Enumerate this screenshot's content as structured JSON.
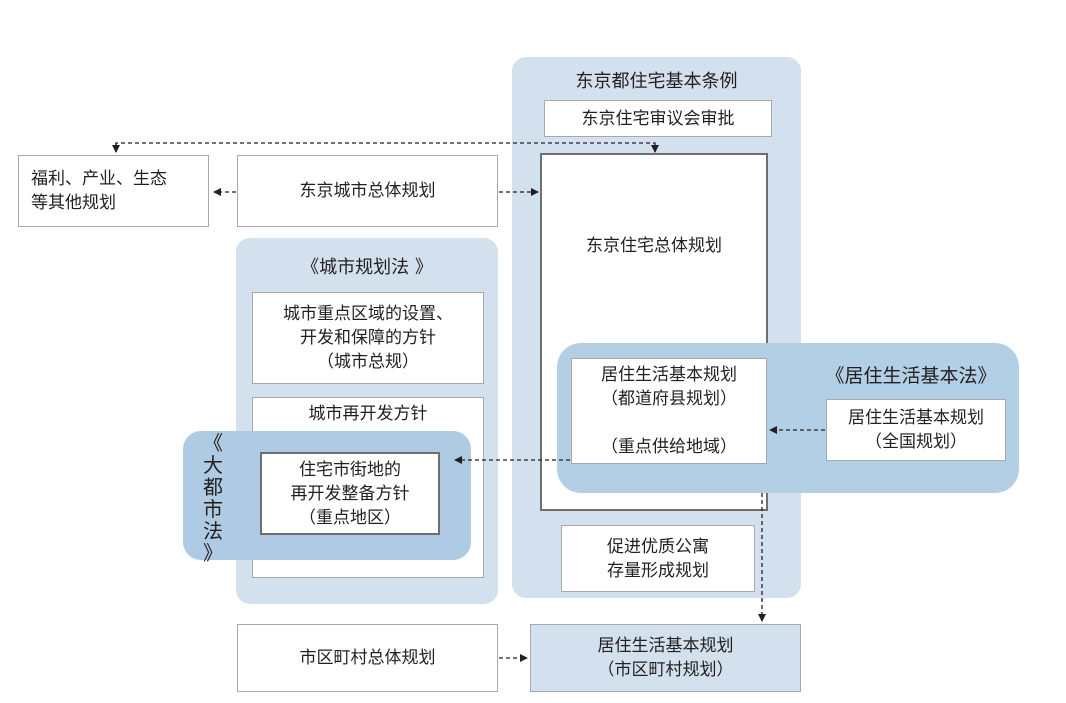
{
  "regions": {
    "tokyo_housing_ordinance": "东京都住宅基本条例",
    "city_planning_law": "《城市规划法 》",
    "residential_life_basic_law": "《居住生活基本法》",
    "metropolis_law_chars": [
      "《",
      "大",
      "都",
      "市",
      "法",
      "》"
    ]
  },
  "boxes": {
    "welfare": "福利、产业、生态\n等其他规划",
    "tokyo_master_plan": "东京城市总体规划",
    "housing_council": "东京住宅审议会审批",
    "tokyo_housing_master": "东京住宅总体规划",
    "priority_areas": "城市重点区域的设置、\n开发和保障的方针\n（城市总规）",
    "redevelopment_policy": "城市再开发方针",
    "residential_street": "住宅市街地的\n再开发整备方针\n（重点地区）",
    "prefectural_plan": "居住生活基本规划\n（都道府县规划）\n\n（重点供给地域）",
    "national_plan": "居住生活基本规划\n（全国规划）",
    "apartment_plan": "促进优质公寓\n存量形成规划",
    "municipal_master": "市区町村总体规划",
    "municipal_plan": "居住生活基本规划\n（市区町村规划）"
  }
}
